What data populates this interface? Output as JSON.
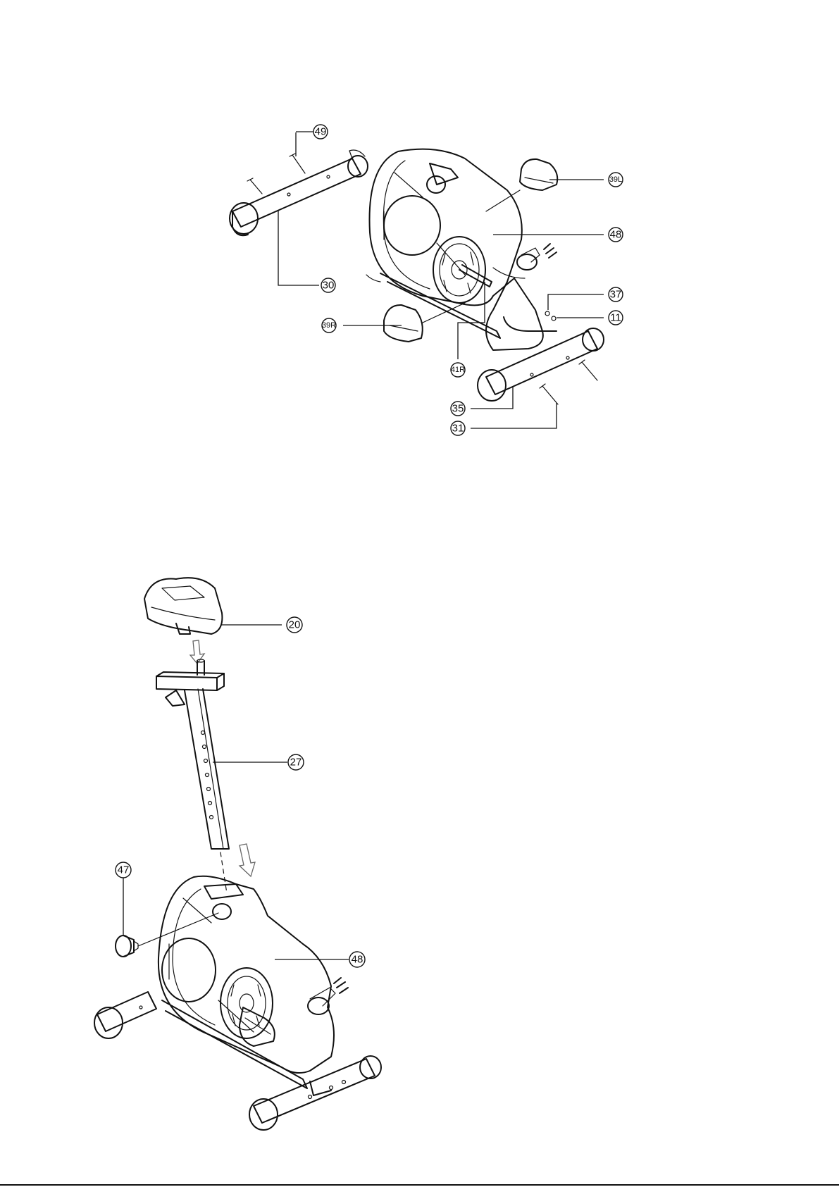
{
  "step_upper": {
    "callouts": [
      "49",
      "30",
      "39R",
      "41R",
      "39L",
      "48",
      "37",
      "11",
      "35",
      "31"
    ]
  },
  "step_lower": {
    "callouts": [
      "20",
      "27",
      "47",
      "48"
    ]
  },
  "colors": {
    "line": "#111111",
    "arrow": "#666666",
    "background": "#ffffff"
  }
}
